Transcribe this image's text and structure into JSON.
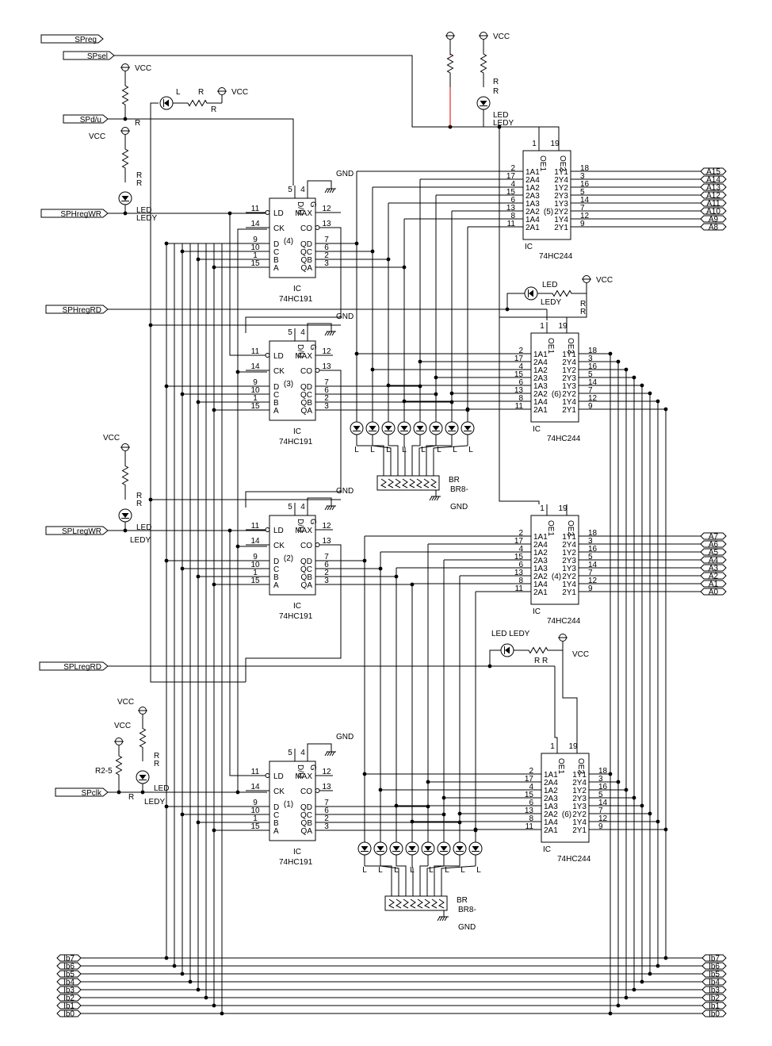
{
  "signals": {
    "left": [
      "SPreg",
      "SPsel",
      "SPd/u",
      "SPHregWR",
      "SPHregRD",
      "SPLregWR",
      "SPLregRD",
      "SPclk"
    ],
    "address_top": [
      "A15",
      "A14",
      "A13",
      "A12",
      "A11",
      "A10",
      "A9",
      "A8"
    ],
    "address_low": [
      "A7",
      "A6",
      "A5",
      "A4",
      "A3",
      "A2",
      "A1",
      "A0"
    ],
    "data_left": [
      "Ib7",
      "Ib6",
      "Ib5",
      "Ib4",
      "Ib3",
      "Ib2",
      "Ib1",
      "Ib0"
    ],
    "data_right": [
      "Ib7",
      "Ib6",
      "Ib5",
      "Ib4",
      "Ib3",
      "Ib2",
      "Ib1",
      "Ib0"
    ]
  },
  "labels": {
    "vcc": "VCC",
    "gnd": "GND",
    "r": "R",
    "l": "L",
    "led": "LED",
    "ledy": "LEDY",
    "ic": "IC",
    "br": "BR",
    "br_part": "BR8-",
    "r25": "R2-5",
    "led_ledy": "LED LEDY",
    "r_r": "R R"
  },
  "counters": [
    {
      "num": "(4)",
      "part": "74HC191"
    },
    {
      "num": "(3)",
      "part": "74HC191"
    },
    {
      "num": "(2)",
      "part": "74HC191"
    },
    {
      "num": "(1)",
      "part": "74HC191"
    }
  ],
  "buffers": [
    {
      "num": "(5)",
      "part": "74HC244"
    },
    {
      "num": "(6)",
      "part": "74HC244"
    },
    {
      "num": "(4)",
      "part": "74HC244"
    },
    {
      "num": "(6)",
      "part": "74HC244"
    }
  ],
  "pins191": {
    "left_nums": [
      "11",
      "14",
      "9",
      "10",
      "1",
      "15"
    ],
    "left_names": [
      "LD",
      "CK",
      "D",
      "C",
      "B",
      "A"
    ],
    "right_nums": [
      "12",
      "13",
      "7",
      "6",
      "2",
      "3"
    ],
    "right_names": [
      "MAX",
      "CO",
      "QD",
      "QC",
      "QB",
      "QA"
    ],
    "top_nums": [
      "5",
      "4"
    ],
    "top_names": [
      "D/U",
      "G"
    ]
  },
  "pins244": {
    "left_nums": [
      "2",
      "17",
      "4",
      "15",
      "6",
      "13",
      "8",
      "11"
    ],
    "left_names": [
      "1A1",
      "2A4",
      "1A2",
      "2A3",
      "1A3",
      "2A2",
      "1A4",
      "2A1"
    ],
    "right_nums": [
      "18",
      "3",
      "16",
      "5",
      "14",
      "7",
      "12",
      "9"
    ],
    "right_names": [
      "1Y1",
      "2Y4",
      "1Y2",
      "2Y3",
      "1Y3",
      "2Y2",
      "1Y4",
      "2Y1"
    ],
    "top_nums": [
      "1",
      "19"
    ],
    "top_names": [
      "OE1",
      "OE2"
    ]
  }
}
